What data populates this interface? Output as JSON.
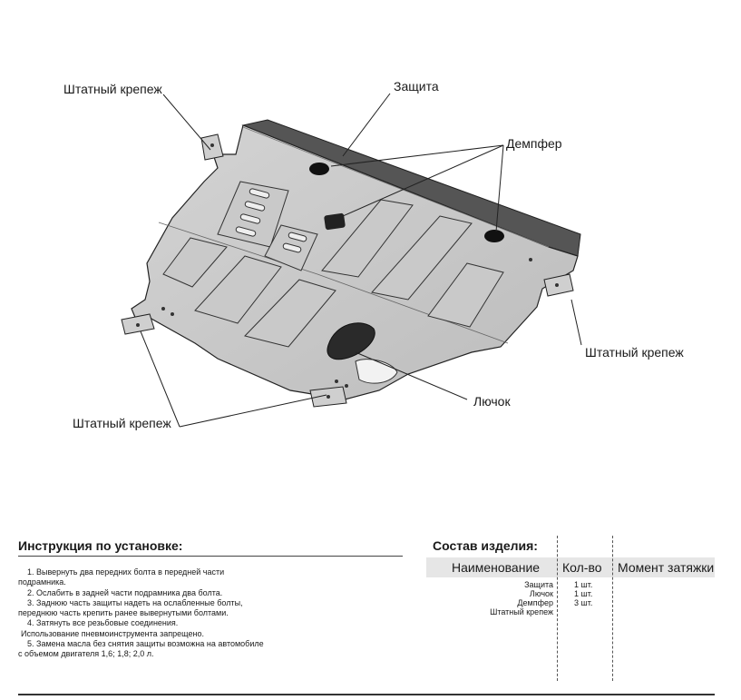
{
  "callouts": {
    "mount_top_left": "Штатный крепеж",
    "protection": "Защита",
    "damper": "Демпфер",
    "mount_right": "Штатный крепеж",
    "hatch": "Лючок",
    "mount_bottom": "Штатный крепеж"
  },
  "instructions": {
    "heading": "Инструкция по установке:",
    "lines": [
      "1. Вывернуть два передних болта в передней части",
      "подрамника.",
      "2. Ослабить в задней части подрамника два болта.",
      "3. Заднюю часть защиты надеть на ослабленные болты,",
      "переднюю часть крепить ранее вывернутыми болтами.",
      "4. Затянуть все резьбовые соединения.",
      "Использование пневмоинструмента запрещено.",
      "5. Замена масла без снятия защиты возможна на автомобиле",
      "с объемом двигателя 1,6; 1,8; 2,0 л."
    ]
  },
  "contents": {
    "heading": "Состав изделия:",
    "columns": [
      "Наименование",
      "Кол-во",
      "Момент затяжки"
    ],
    "rows": [
      {
        "name": "Защита",
        "qty": "1 шт.",
        "torque": ""
      },
      {
        "name": "Лючок",
        "qty": "1 шт.",
        "torque": ""
      },
      {
        "name": "Демпфер",
        "qty": "3 шт.",
        "torque": ""
      },
      {
        "name": "Штатный крепеж",
        "qty": "",
        "torque": ""
      }
    ]
  }
}
